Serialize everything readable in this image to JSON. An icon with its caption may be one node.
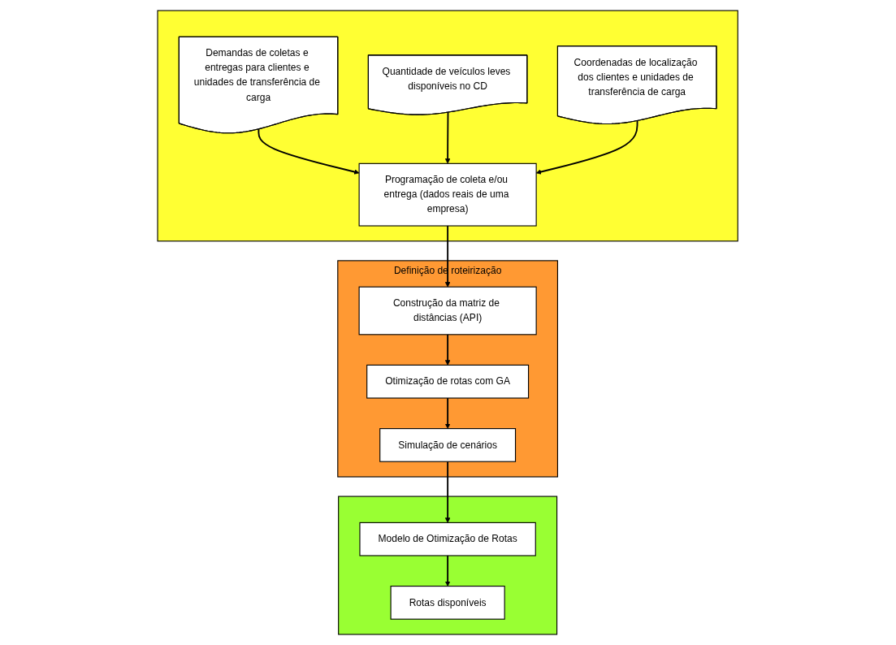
{
  "diagram": {
    "nodes": [
      {
        "text": [],
        "shape": "box"
      },
      {
        "text": [
          "Demandas de coletas e entregas para clientes e unidades de transferência de carga"
        ],
        "in": 0
      },
      {
        "text": [
          "Quantidade de veículos leves disponíveis no CD"
        ],
        "in": 0
      },
      {
        "text": [
          "Coordenadas de localização dos clientes e unidades de transferência de carga"
        ],
        "in": 0
      },
      {
        "text": [
          "Programação de coleta e/ou entrega (dados reais de uma empresa)"
        ],
        "in": 0
      },
      {
        "text": [
          "Definição de roteirização"
        ]
      },
      {
        "text": [
          "Construção da matriz de distâncias (API)"
        ],
        "in": 5
      },
      {
        "text": [
          "Otimização de rotas com GA"
        ],
        "in": 5
      },
      {
        "text": [
          "Simulação de cenários"
        ],
        "in": 5
      },
      {
        "text": [],
        "shape": "box"
      },
      {
        "text": [
          "Modelo de Otimização de Rotas"
        ],
        "in": 9
      },
      {
        "text": [
          "Rotas disponíveis"
        ],
        "in": 9
      }
    ],
    "edges": [
      {
        "from": 1,
        "to": 4,
        "arrow": "to"
      },
      {
        "from": 2,
        "to": 4,
        "arrow": "to"
      },
      {
        "from": 3,
        "to": 4,
        "arrow": "to"
      },
      {
        "from": 4,
        "to": 6,
        "arrow": "to"
      },
      {
        "from": 6,
        "to": 7,
        "arrow": "to"
      },
      {
        "from": 7,
        "to": 8,
        "arrow": "to"
      },
      {
        "from": 8,
        "to": 10,
        "arrow": "to"
      },
      {
        "from": 10,
        "to": 11,
        "arrow": "to"
      }
    ]
  }
}
